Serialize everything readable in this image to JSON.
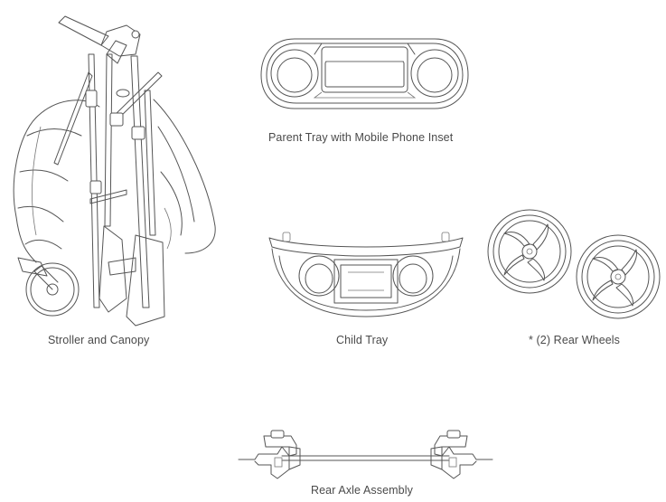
{
  "parts": [
    {
      "id": "stroller",
      "caption": "Stroller and Canopy",
      "icon": "stroller-folded-icon"
    },
    {
      "id": "parent-tray",
      "caption": "Parent Tray with Mobile Phone Inset",
      "icon": "parent-tray-icon"
    },
    {
      "id": "child-tray",
      "caption": "Child Tray",
      "icon": "child-tray-icon"
    },
    {
      "id": "rear-wheels",
      "caption": "* (2) Rear Wheels",
      "icon": "rear-wheel-icon"
    },
    {
      "id": "rear-axle",
      "caption": "Rear Axle Assembly",
      "icon": "rear-axle-icon"
    }
  ]
}
